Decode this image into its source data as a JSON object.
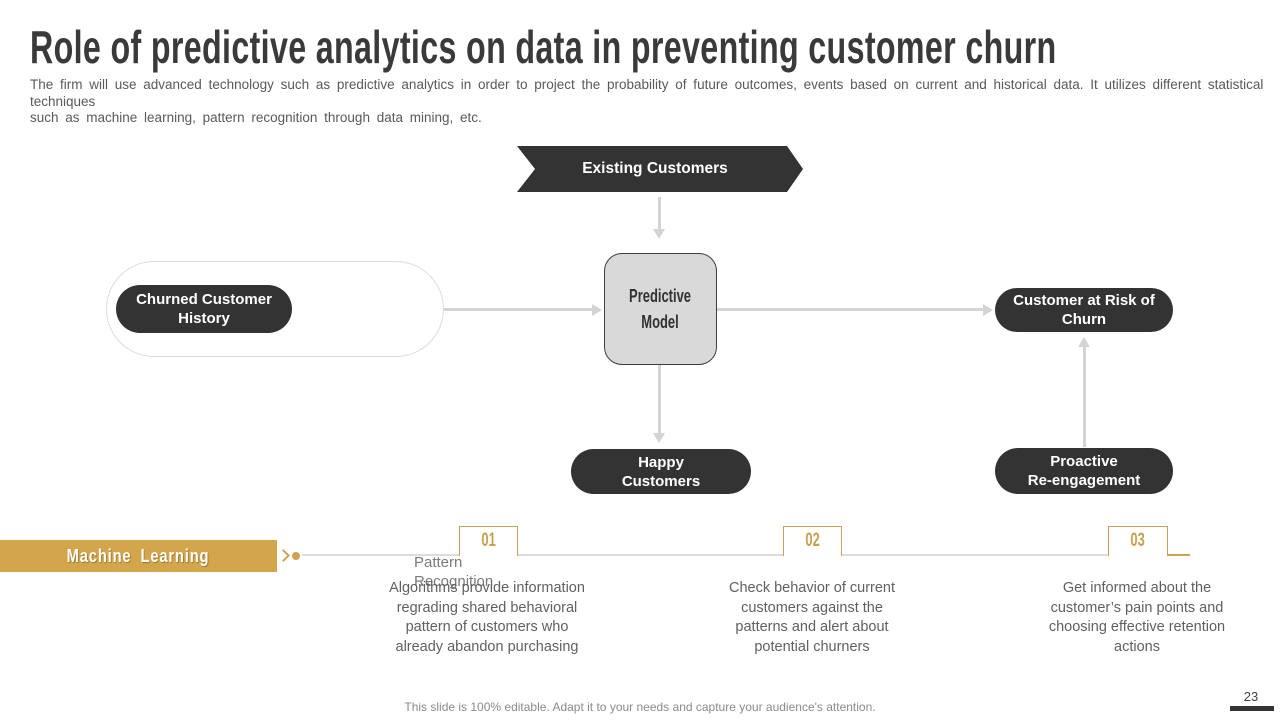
{
  "slide": {
    "title": "Role of predictive analytics on data in preventing customer churn",
    "subtitle": "The firm will use advanced  technology such as predictive  analytics in order to project the probability  of future  outcomes, events based on current and historical  data. It utilizes different  statistical techniques\nsuch as machine  learning,  pattern recognition  through  data  mining,  etc.",
    "footer_note": "This slide is 100% editable. Adapt it to your needs and capture your audience's attention.",
    "page_number": "23"
  },
  "diagram": {
    "top_banner": "Existing Customers",
    "left_group": {
      "pill": "Churned Customer\nHistory",
      "label": "Pattern\nRecognition"
    },
    "center_box": "Predictive\nModel",
    "right_pill": "Customer at Risk of\nChurn",
    "bottom_pill": "Happy\nCustomers",
    "reengagement_pill": "Proactive\nRe-engagement"
  },
  "timeline": {
    "banner": "Machine  Learning",
    "steps": [
      {
        "number": "01",
        "text": "Algorithms provide information\nregrading shared behavioral\npattern of customers who\nalready abandon purchasing"
      },
      {
        "number": "02",
        "text": "Check behavior of current\ncustomers against the\npatterns and alert about\npotential churners"
      },
      {
        "number": "03",
        "text": "Get informed about the\ncustomer’s pain points and\nchoosing effective retention\nactions"
      }
    ]
  },
  "colors": {
    "dark": "#333333",
    "gold": "#d3a64c",
    "box_fill": "#d9d9d9",
    "connector": "#d4d4d4"
  }
}
